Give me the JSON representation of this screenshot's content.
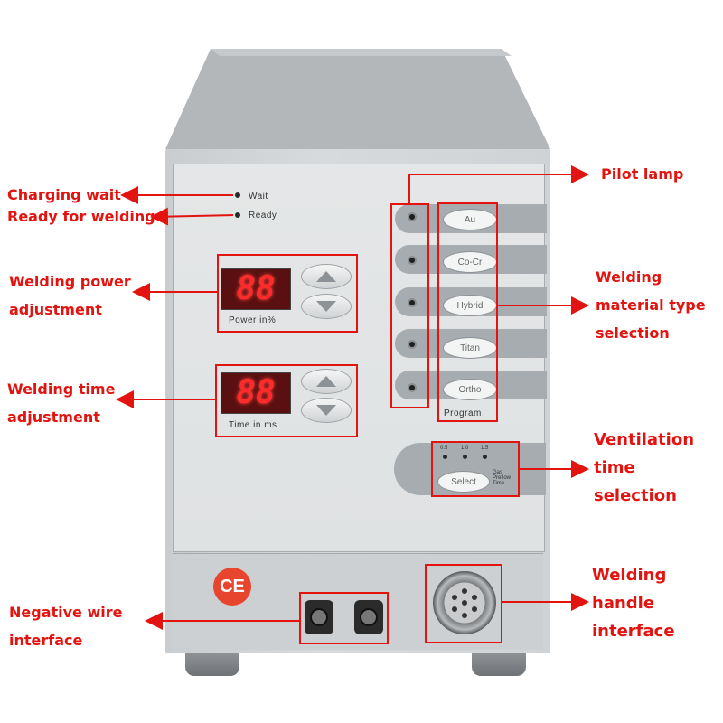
{
  "panel": {
    "wait_label": "Wait",
    "ready_label": "Ready",
    "power_display": "88",
    "power_caption": "Power  in%",
    "time_display": "88",
    "time_caption": "Time  in  ms",
    "materials": [
      "Au",
      "Co-Cr",
      "Hybrid",
      "Titan",
      "Ortho"
    ],
    "program_label": "Program",
    "gas_ticks": [
      "0.5",
      "1.0",
      "1.5"
    ],
    "select_label": "Select",
    "gas_caption": [
      "Gas",
      "Preflow",
      "Time"
    ],
    "ce_mark": "CE"
  },
  "annotations": {
    "charging_wait": "Charging wait",
    "ready_for_welding": "Ready for welding",
    "power_adjust": [
      "Welding power",
      "adjustment"
    ],
    "time_adjust": [
      "Welding time",
      "adjustment"
    ],
    "pilot_lamp": "Pilot lamp",
    "material_selection": [
      "Welding",
      "material type",
      "selection"
    ],
    "ventilation": [
      "Ventilation",
      "time",
      "selection"
    ],
    "handle_interface": [
      "Welding",
      "handle",
      "interface"
    ],
    "negative_wire": [
      "Negative wire",
      "interface"
    ]
  },
  "colors": {
    "annotation_red": "#e3140f",
    "led_red": "#ff2a2a",
    "ce_badge": "#e8452f"
  }
}
